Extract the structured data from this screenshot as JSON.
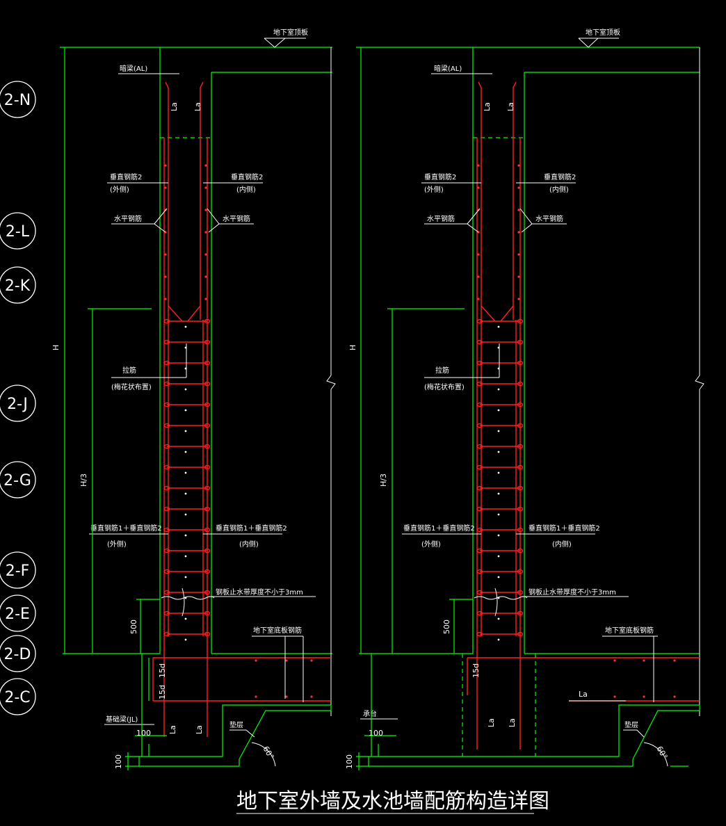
{
  "title": "地下室外墙及水池墙配筋构造详图",
  "axis_labels": [
    "2-N",
    "2-L",
    "2-K",
    "2-J",
    "2-G",
    "2-F",
    "2-E",
    "2-D",
    "2-C"
  ],
  "left_detail": {
    "top_slab": "地下室顶板",
    "hidden_beam": "暗梁(AL)",
    "lap_left": "La",
    "lap_right": "La",
    "vert2_out": "垂直钢筋2",
    "vert2_out_side": "(外侧)",
    "vert2_in": "垂直钢筋2",
    "vert2_in_side": "(内侧)",
    "horiz_left": "水平钢筋",
    "horiz_right": "水平钢筋",
    "tie": "拉筋",
    "tie_note": "(梅花状布置)",
    "vert12_out": "垂直钢筋1＋垂直钢筋2",
    "vert12_out_side": "(外侧)",
    "vert12_in": "垂直钢筋1＋垂直钢筋2",
    "vert12_in_side": "(内侧)",
    "waterstop": "钢板止水带厚度不小于3mm",
    "bottom_rebar": "地下室底板钢筋",
    "dim_h": "H",
    "dim_h3": "H/3",
    "dim_500": "500",
    "dim_15d_a": "15d",
    "dim_15d_b": "15d",
    "found_beam": "基础梁(JL)",
    "dim_100_a": "100",
    "dim_100_b": "100",
    "cushion": "垫层",
    "angle": "60°",
    "bot_la_left": "La",
    "bot_la_right": "La"
  },
  "right_detail": {
    "top_slab": "地下室顶板",
    "hidden_beam": "暗梁(AL)",
    "lap_left": "La",
    "lap_right": "La",
    "vert2_out": "垂直钢筋2",
    "vert2_out_side": "(外侧)",
    "vert2_in": "垂直钢筋2",
    "vert2_in_side": "(内侧)",
    "horiz_left": "水平钢筋",
    "horiz_right": "水平钢筋",
    "tie": "拉筋",
    "tie_note": "(梅花状布置)",
    "vert12_out": "垂直钢筋1＋垂直钢筋2",
    "vert12_out_side": "(外侧)",
    "vert12_in": "垂直钢筋1＋垂直钢筋2",
    "vert12_in_side": "(内侧)",
    "waterstop": "钢板止水带厚度不小于3mm",
    "bottom_rebar": "地下室底板钢筋",
    "dim_h": "H",
    "dim_h3": "H/3",
    "dim_500": "500",
    "dim_15d": "15d",
    "pile_cap": "承台",
    "dim_100_a": "100",
    "dim_100_b": "100",
    "cushion": "垫层",
    "angle": "60°",
    "bot_la_mid": "La",
    "bot_la_left": "La",
    "bot_la_right": "La"
  }
}
